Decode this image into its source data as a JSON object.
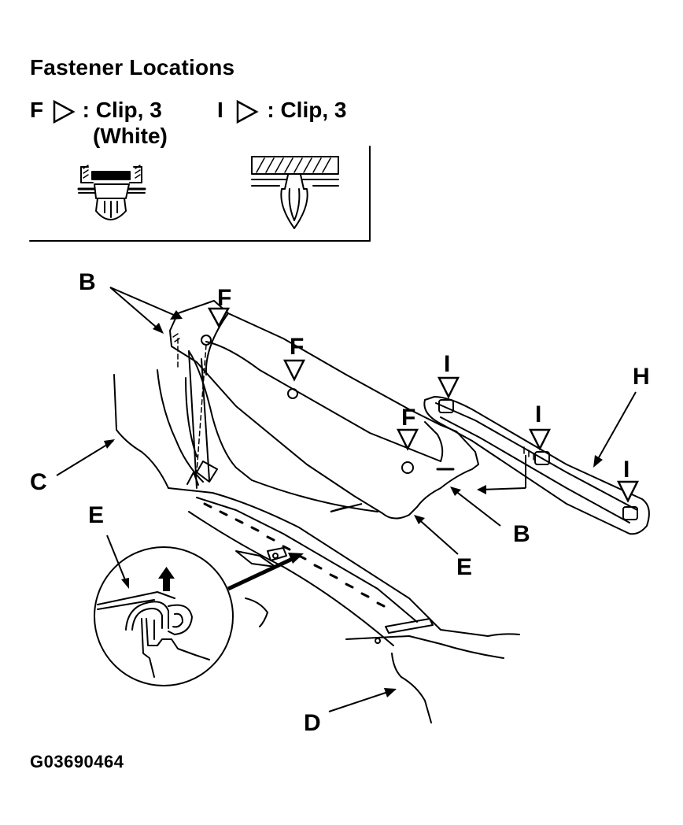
{
  "legend": {
    "title": "Fastener Locations",
    "items": [
      {
        "letter": "F",
        "text": ": Clip, 3",
        "subtext": "(White)"
      },
      {
        "letter": "I",
        "text": ": Clip, 3",
        "subtext": ""
      }
    ]
  },
  "callouts": {
    "b_top": "B",
    "f1": "F",
    "f2": "F",
    "f3": "F",
    "i1": "I",
    "i2": "I",
    "i3": "I",
    "h": "H",
    "c": "C",
    "e_left": "E",
    "b_right": "B",
    "e_right": "E",
    "d": "D"
  },
  "figure_code": "G03690464"
}
